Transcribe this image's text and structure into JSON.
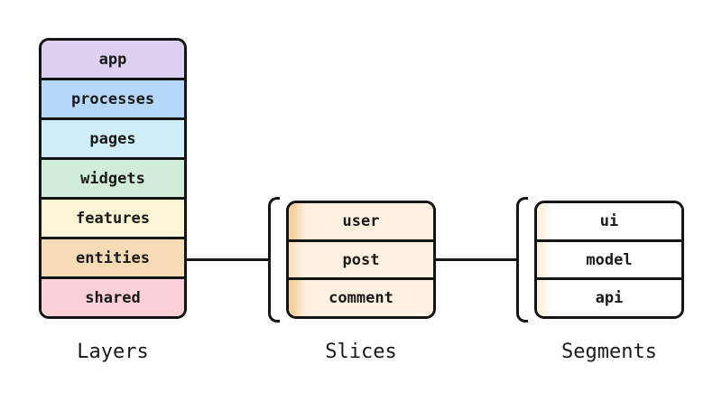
{
  "diagram": {
    "colors": {
      "background": "#ffffff",
      "line": "#141414",
      "text": "#1a1a1a",
      "slices_fill": "#fdf0e1",
      "slices_strip": "#f5d1a0",
      "slices_strip_soft": "#f9e2c4",
      "segments_fill": "#ffffff",
      "segments_strip": "#fcf2e2"
    },
    "groups": [
      {
        "name": "layers",
        "caption": "Layers",
        "items": [
          {
            "label": "app",
            "color": "#ded0f1"
          },
          {
            "label": "processes",
            "color": "#b5d7f8"
          },
          {
            "label": "pages",
            "color": "#d0eefa"
          },
          {
            "label": "widgets",
            "color": "#d1ecd8"
          },
          {
            "label": "features",
            "color": "#fbf4d5"
          },
          {
            "label": "entities",
            "color": "#f7dbb7"
          },
          {
            "label": "shared",
            "color": "#fad0d8"
          }
        ]
      },
      {
        "name": "slices",
        "caption": "Slices",
        "items": [
          {
            "label": "user"
          },
          {
            "label": "post"
          },
          {
            "label": "comment"
          }
        ]
      },
      {
        "name": "segments",
        "caption": "Segments",
        "items": [
          {
            "label": "ui"
          },
          {
            "label": "model"
          },
          {
            "label": "api"
          }
        ]
      }
    ]
  }
}
